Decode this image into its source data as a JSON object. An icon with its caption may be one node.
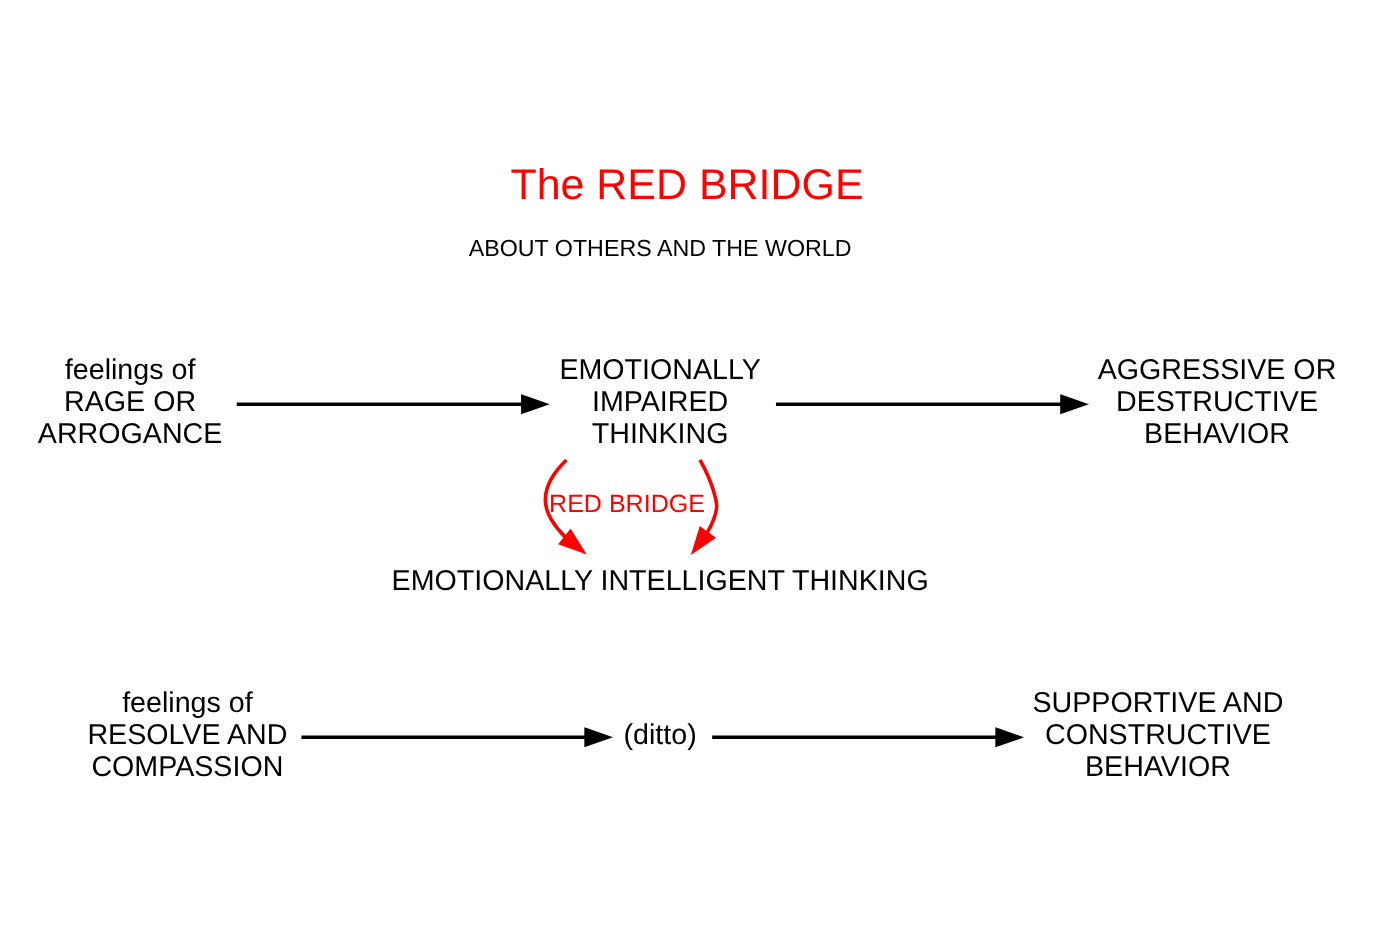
{
  "diagram": {
    "title": "The RED BRIDGE",
    "nodes": [
      {
        "text": [
          "feelings of RAGE OR ARROGANCE"
        ]
      },
      {
        "text": [
          "EMOTIONALLY IMPAIRED THINKING"
        ]
      },
      {
        "text": [
          "AGGRESSIVE OR DESTRUCTIVE BEHAVIOR"
        ]
      },
      {
        "text": [
          "EMOTIONALLY INTELLIGENT THINKING"
        ]
      },
      {
        "text": [
          "feelings of RESOLVE AND COMPASSION"
        ]
      },
      {
        "text": [
          "(ditto)"
        ]
      },
      {
        "text": [
          "SUPPORTIVE AND CONSTRUCTIVE BEHAVIOR"
        ]
      }
    ],
    "edges": [
      {
        "from": 0,
        "to": 1,
        "arrow": "to"
      },
      {
        "from": 1,
        "to": 2,
        "arrow": "to"
      },
      {
        "from": 1,
        "to": 3,
        "arrow": "to",
        "label": "RED BRIDGE",
        "color": "#ff0000"
      },
      {
        "from": 1,
        "to": 3,
        "arrow": "to",
        "color": "#ff0000"
      },
      {
        "from": 4,
        "to": 5,
        "arrow": "to"
      },
      {
        "from": 5,
        "to": 6,
        "arrow": "to"
      }
    ],
    "labels": [
      "ABOUT OTHERS AND THE WORLD"
    ]
  }
}
